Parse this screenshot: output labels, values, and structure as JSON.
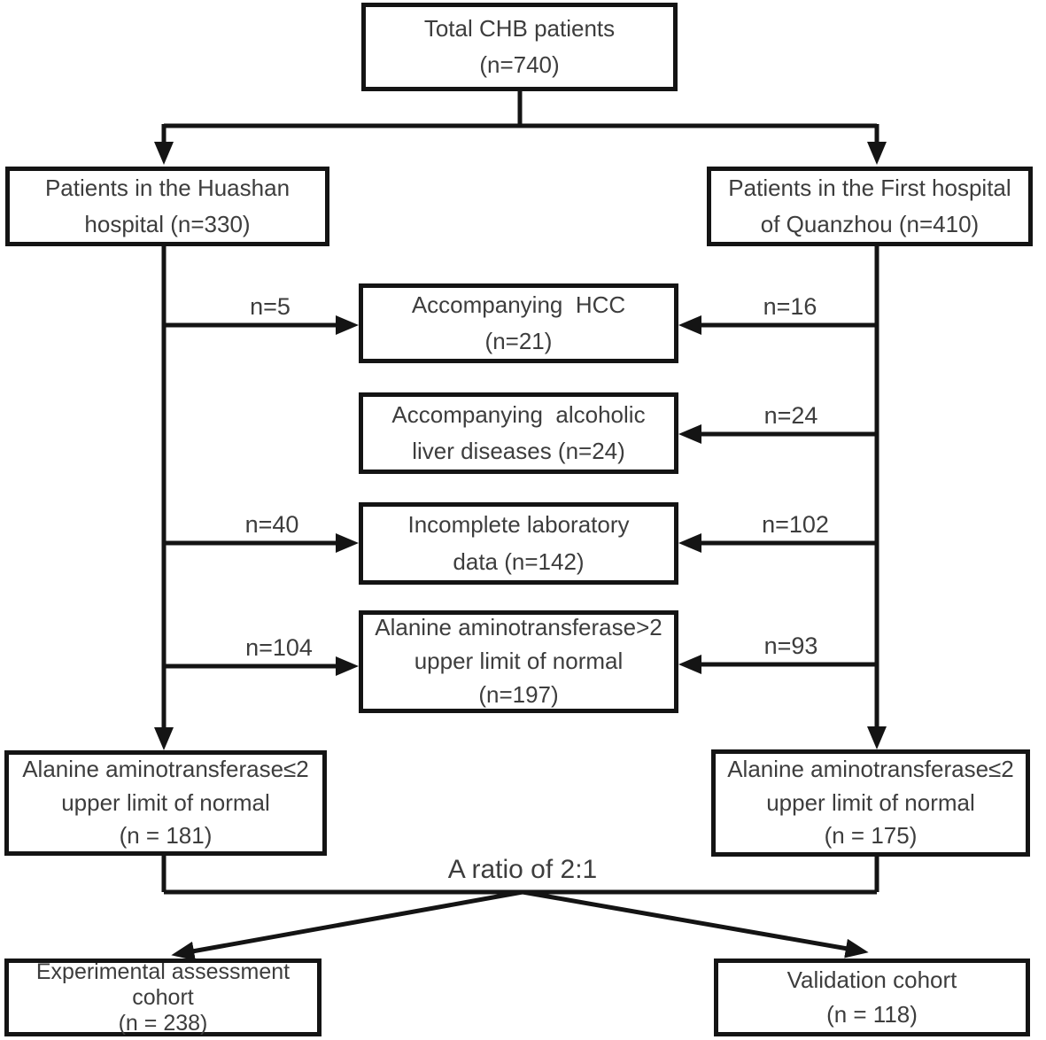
{
  "diagram": {
    "type": "flowchart",
    "colors": {
      "line": "#141414",
      "text": "#3d3d3d",
      "background": "#ffffff"
    },
    "nodes": {
      "total": {
        "lines": [
          "Total CHB patients",
          "(n=740)"
        ]
      },
      "huashan": {
        "lines": [
          "Patients in the Huashan",
          "hospital (n=330)"
        ]
      },
      "quanzhou": {
        "lines": [
          "Patients in the First hospital",
          "of Quanzhou (n=410)"
        ]
      },
      "hcc": {
        "lines": [
          "Accompanying  HCC",
          "(n=21)"
        ]
      },
      "alcoholic": {
        "lines": [
          "Accompanying  alcoholic",
          "liver diseases (n=24)"
        ]
      },
      "incomplete": {
        "lines": [
          "Incomplete laboratory",
          "data (n=142)"
        ]
      },
      "alt_high": {
        "lines": [
          "Alanine aminotransferase>2",
          "upper limit of normal",
          "(n=197)"
        ]
      },
      "alt_low_left": {
        "lines": [
          "Alanine aminotransferase≤2",
          "upper limit of normal",
          "(n = 181)"
        ]
      },
      "alt_low_right": {
        "lines": [
          "Alanine aminotransferase≤2",
          "upper limit of normal",
          "(n = 175)"
        ]
      },
      "experimental": {
        "lines": [
          "Experimental assessment",
          "cohort",
          "(n = 238)"
        ]
      },
      "validation": {
        "lines": [
          "Validation cohort",
          "(n = 118)"
        ]
      }
    },
    "edge_labels": {
      "hcc_left": "n=5",
      "hcc_right": "n=16",
      "alcoholic_right": "n=24",
      "incomplete_left": "n=40",
      "incomplete_right": "n=102",
      "alt_high_left": "n=104",
      "alt_high_right": "n=93",
      "ratio": "A ratio of 2:1"
    }
  }
}
